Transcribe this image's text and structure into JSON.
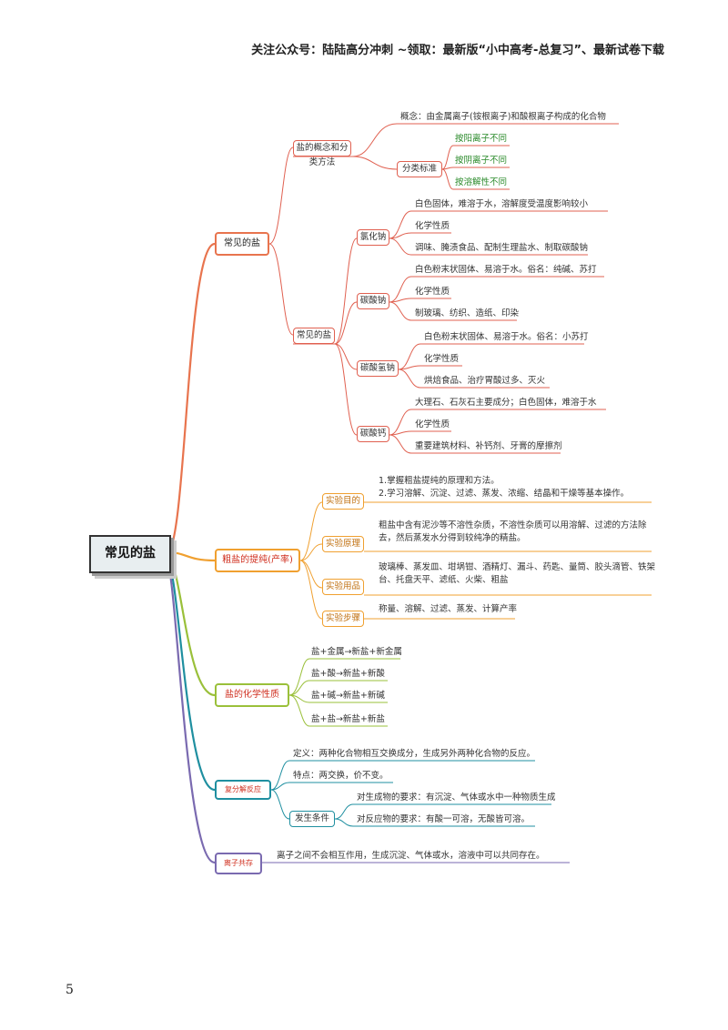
{
  "header": {
    "text": "关注公众号：陆陆高分冲刺  ~领取：最新版“小中高考-总复习”、最新试卷下载"
  },
  "page_number": "5",
  "root": "常见的盐",
  "b1": {
    "label": "常见的盐",
    "concept_group": {
      "label": "盐的概念和分类方法",
      "concept": "概念：由金属离子(铵根离子)和酸根离子构成的化合物",
      "classify": {
        "label": "分类标准",
        "items": [
          "按阳离子不同",
          "按阴离子不同",
          "按溶解性不同"
        ]
      }
    },
    "salts": {
      "label": "常见的盐",
      "nacl": {
        "label": "氯化钠",
        "items": [
          "白色固体，难溶于水，溶解度受温度影响较小",
          "化学性质",
          "调味、腌渍食品、配制生理盐水、制取碳酸钠"
        ]
      },
      "na2co3": {
        "label": "碳酸钠",
        "items": [
          "白色粉末状固体、易溶于水。俗名：纯碱、苏打",
          "化学性质",
          "制玻璃、纺织、造纸、印染"
        ]
      },
      "nahco3": {
        "label": "碳酸氢钠",
        "items": [
          "白色粉末状固体、易溶于水。俗名：小苏打",
          "化学性质",
          "烘焙食品、治疗胃酸过多、灭火"
        ]
      },
      "caco3": {
        "label": "碳酸钙",
        "items": [
          "大理石、石灰石主要成分；白色固体，难溶于水",
          "化学性质",
          "重要建筑材料、补钙剂、牙膏的摩擦剂"
        ]
      }
    }
  },
  "b2": {
    "label": "粗盐的提纯(产率)",
    "purpose": {
      "label": "实验目的",
      "lines": [
        "1.掌握粗盐提纯的原理和方法。",
        "2.学习溶解、沉淀、过滤、蒸发、浓缩、结晶和干燥等基本操作。"
      ]
    },
    "principle": {
      "label": "实验原理",
      "lines": [
        "粗盐中含有泥沙等不溶性杂质，不溶性杂质可以用溶解、过滤的方法除",
        "去，然后蒸发水分得到较纯净的精盐。"
      ]
    },
    "equipment": {
      "label": "实验用品",
      "lines": [
        "玻璃棒、蒸发皿、坩埚钳、酒精灯、漏斗、药匙、量筒、胶头滴管、铁架",
        "台、托盘天平、滤纸、火柴、粗盐"
      ]
    },
    "steps": {
      "label": "实验步骤",
      "text": "称量、溶解、过滤、蒸发、计算产率"
    }
  },
  "b3": {
    "label": "盐的化学性质",
    "items": [
      "盐+金属→新盐+新金属",
      "盐+酸→新盐+新酸",
      "盐+碱→新盐+新碱",
      "盐+盐→新盐+新盐"
    ]
  },
  "b4": {
    "label": "复分解反应",
    "definition": "定义：两种化合物相互交换成分，生成另外两种化合物的反应。",
    "feature": "特点：两交换，价不变。",
    "conditions": {
      "label": "发生条件",
      "items": [
        "对生成物的要求：有沉淀、气体或水中一种物质生成",
        "对反应物的要求：有酸一可溶，无酸皆可溶。"
      ]
    }
  },
  "b5": {
    "label": "离子共存",
    "text": "离子之间不会相互作用，生成沉淀、气体或水，溶液中可以共同存在。"
  },
  "colors": {
    "b1": "#e8744e",
    "b2": "#f0a030",
    "b3": "#9ac03a",
    "b4": "#1f8fa0",
    "b5": "#7a6ab0",
    "red_line": "#e06050",
    "green_text": "#2a8a2a"
  }
}
